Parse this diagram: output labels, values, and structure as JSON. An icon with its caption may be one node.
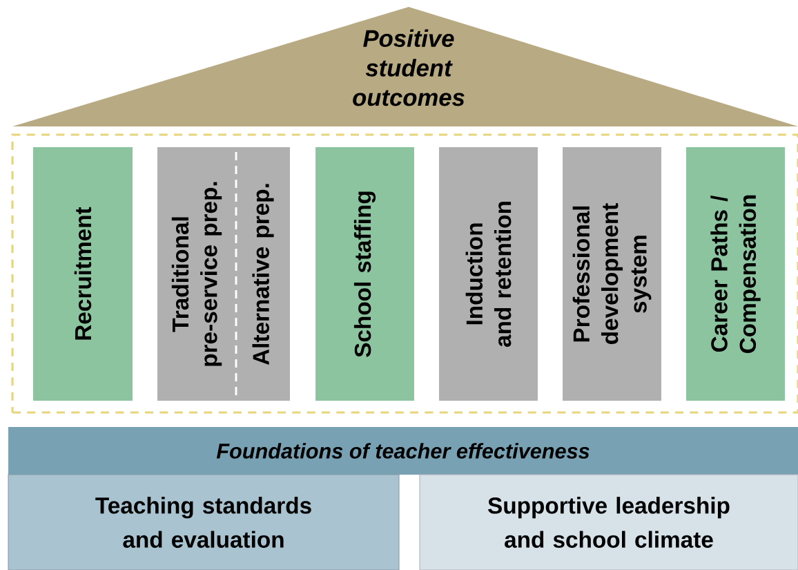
{
  "diagram": {
    "nodes": [
      {
        "text": [
          "Positive student outcomes"
        ]
      },
      {
        "text": [],
        "shape": "box"
      },
      {
        "text": [
          "Recruitment"
        ],
        "in": 1
      },
      {
        "text": [
          "Traditional pre-service prep."
        ],
        "in": 1
      },
      {
        "text": [
          "Alternative prep."
        ],
        "in": 1
      },
      {
        "text": [
          "School staffing"
        ],
        "in": 1
      },
      {
        "text": [
          "Induction and retention"
        ],
        "in": 1
      },
      {
        "text": [
          "Professional development system"
        ],
        "in": 1
      },
      {
        "text": [
          "Career Paths / Compensation"
        ],
        "in": 1
      },
      {
        "text": [
          "Foundations of teacher effectiveness"
        ]
      },
      {
        "text": [
          "Teaching standards and evaluation"
        ]
      },
      {
        "text": [
          "Supportive leadership and school climate"
        ]
      }
    ],
    "edges": []
  }
}
